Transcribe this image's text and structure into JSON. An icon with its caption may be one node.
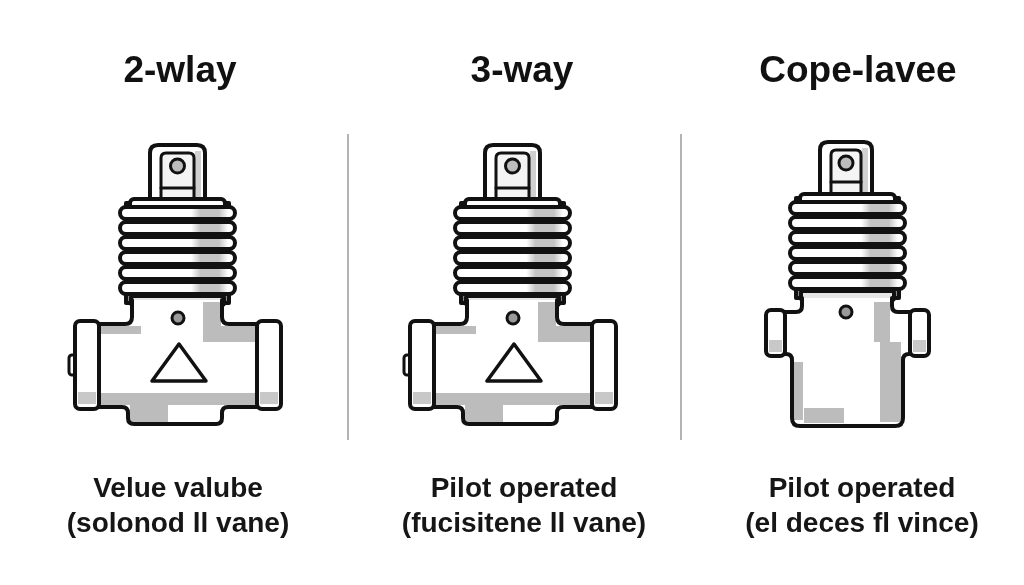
{
  "diagram": {
    "labels": [
      "2-wlay",
      "3-way",
      "Cope-lavee",
      "Velue valube (solonod ll vane)",
      "Pilot operated (fucisitene ll vane)",
      "Pilot operated (el deces fl vince)"
    ]
  }
}
